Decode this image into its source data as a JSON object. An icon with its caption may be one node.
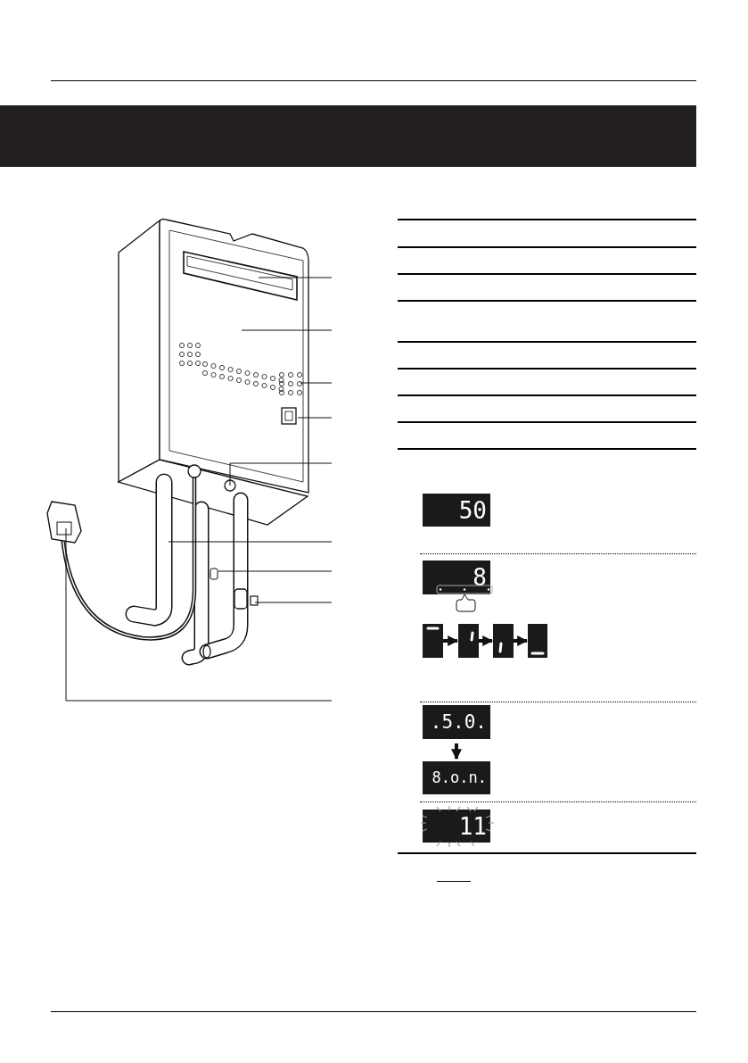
{
  "diagram": {
    "nodes": [
      {
        "text": [],
        "shape": "bar"
      },
      {
        "text": [],
        "shape": "picture"
      },
      {
        "text": [
          "50"
        ]
      },
      {
        "text": [
          "8"
        ]
      },
      {
        "text": [],
        "shape": "box"
      },
      {
        "text": [],
        "shape": "box"
      },
      {
        "text": [],
        "shape": "box"
      },
      {
        "text": [],
        "shape": "box"
      },
      {
        "text": [
          ".5.0."
        ]
      },
      {
        "text": [
          "8.o.n."
        ]
      },
      {
        "text": [
          "11"
        ]
      }
    ],
    "edges": [
      {
        "from": null,
        "to": 1,
        "arrow": "none"
      },
      {
        "from": null,
        "to": 1,
        "arrow": "none"
      },
      {
        "from": null,
        "to": 1,
        "arrow": "none"
      },
      {
        "from": null,
        "to": 1,
        "arrow": "none"
      },
      {
        "from": null,
        "to": 1,
        "arrow": "none"
      },
      {
        "from": null,
        "to": 1,
        "arrow": "none"
      },
      {
        "from": null,
        "to": 1,
        "arrow": "none"
      },
      {
        "from": null,
        "to": 1,
        "arrow": "none"
      },
      {
        "from": null,
        "to": 1,
        "arrow": "none"
      },
      {
        "from": 4,
        "to": 5,
        "arrow": "to",
        "style": "thick"
      },
      {
        "from": 5,
        "to": 6,
        "arrow": "to",
        "style": "thick"
      },
      {
        "from": 6,
        "to": 7,
        "arrow": "to",
        "style": "thick"
      },
      {
        "from": 8,
        "to": 9,
        "arrow": "to",
        "style": "thick"
      }
    ]
  }
}
